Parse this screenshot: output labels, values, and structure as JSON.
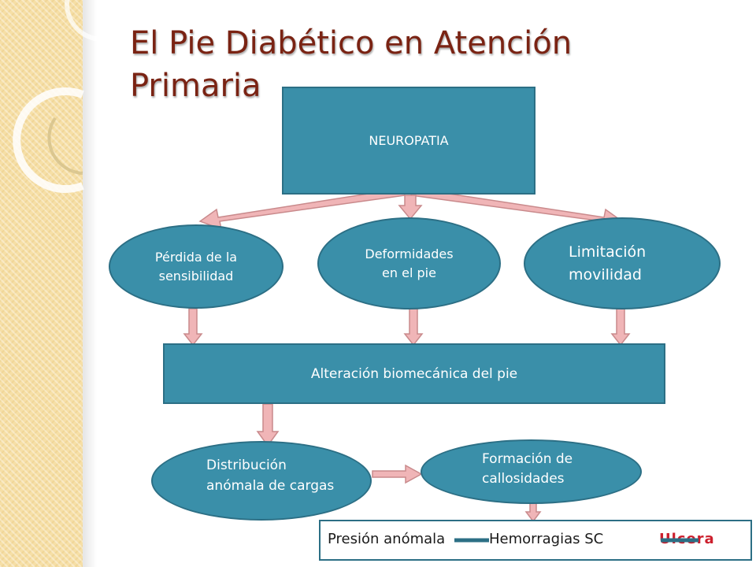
{
  "slide": {
    "title": "El Pie Diabético en Atención Primaria",
    "top_box": "NEUROPATIA",
    "consequences": [
      {
        "label_l1": "Pérdida de la",
        "label_l2": "sensibilidad"
      },
      {
        "label_l1": "Deformidades",
        "label_l2": "en el pie"
      },
      {
        "label_l1": "Limitación",
        "label_l2": "movilidad"
      }
    ],
    "middle_box": "Alteración biomecánica del pie",
    "lower": [
      {
        "label_l1": "Distribución",
        "label_l2": "anómala de cargas"
      },
      {
        "label_l1": "Formación de",
        "label_l2": "callosidades"
      }
    ],
    "legend": {
      "item1": "Presión anómala",
      "item2": "Hemorragias SC",
      "item3": "Ulcera"
    },
    "colors": {
      "node_fill": "#3a8fa9",
      "node_border": "#2c6f85",
      "arrow_fill": "#f0b5b7",
      "arrow_stroke": "#c98a8c",
      "title": "#7a2313",
      "accent_red": "#cc1f2d"
    }
  }
}
